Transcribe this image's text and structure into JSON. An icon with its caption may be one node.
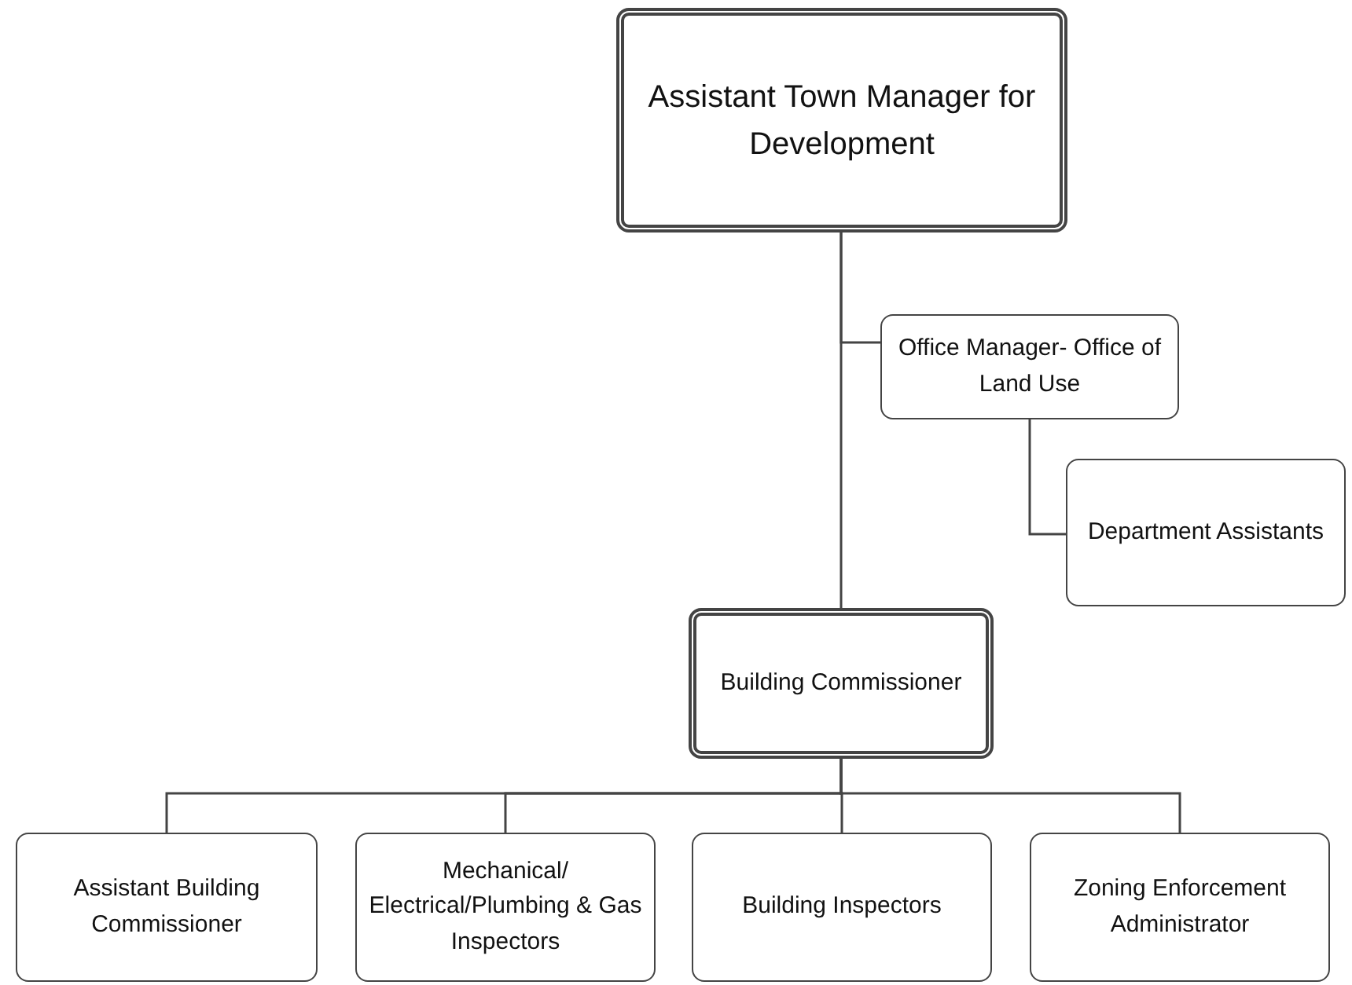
{
  "diagram": {
    "nodes": [
      {
        "text": [
          "Assistant Town Manager for Development"
        ]
      },
      {
        "text": [
          "Office Manager- Office of Land Use"
        ]
      },
      {
        "text": [
          "Department Assistants"
        ]
      },
      {
        "text": [
          "Building Commissioner"
        ]
      },
      {
        "text": [
          "Assistant Building Commissioner"
        ]
      },
      {
        "text": [
          "Mechanical/ Electrical/Plumbing & Gas Inspectors"
        ]
      },
      {
        "text": [
          "Building Inspectors"
        ]
      },
      {
        "text": [
          "Zoning Enforcement Administrator"
        ]
      }
    ],
    "edges": [
      {
        "from": 0,
        "to": 3,
        "arrow": "none"
      },
      {
        "from": 0,
        "to": 1,
        "arrow": "none"
      },
      {
        "from": 1,
        "to": 2,
        "arrow": "none"
      },
      {
        "from": 3,
        "to": 4,
        "arrow": "none"
      },
      {
        "from": 3,
        "to": 5,
        "arrow": "none"
      },
      {
        "from": 3,
        "to": 6,
        "arrow": "none"
      },
      {
        "from": 3,
        "to": 7,
        "arrow": "none"
      }
    ]
  }
}
